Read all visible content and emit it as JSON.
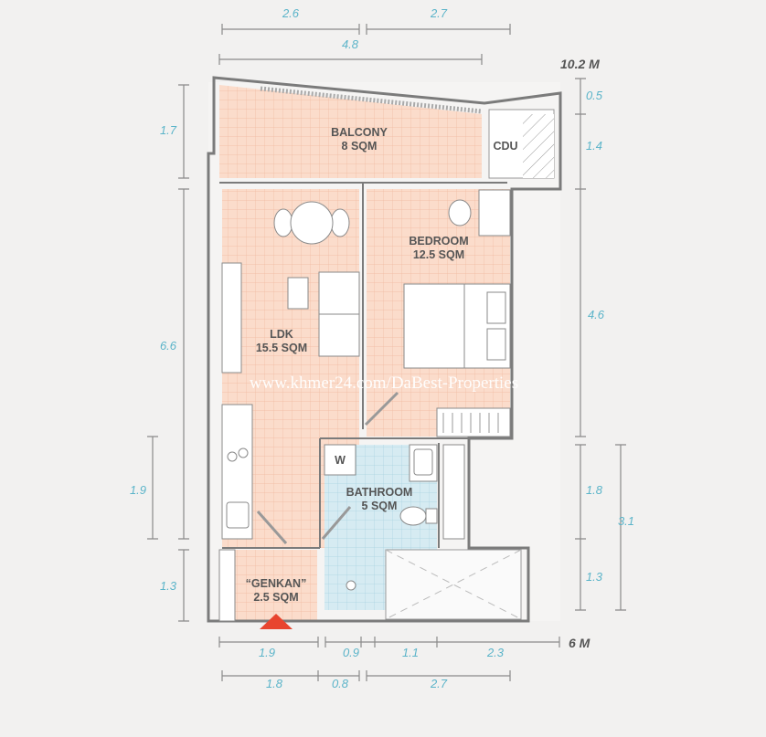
{
  "title": "Floor plan",
  "rooms": {
    "balcony": {
      "name": "BALCONY",
      "area": "8 SQM"
    },
    "cdu": {
      "name": "CDU"
    },
    "ldk": {
      "name": "LDK",
      "area": "15.5 SQM"
    },
    "bedroom": {
      "name": "BEDROOM",
      "area": "12.5 SQM"
    },
    "bathroom": {
      "name": "BATHROOM",
      "area": "5 SQM"
    },
    "washer": {
      "name": "W"
    },
    "genkan": {
      "name": "“GENKAN”",
      "area": "2.5 SQM"
    }
  },
  "dimensions": {
    "top": [
      "2.6",
      "2.7",
      "4.8"
    ],
    "total_depth": "10.2 M",
    "left": [
      "1.7",
      "6.6",
      "1.9",
      "1.3"
    ],
    "right": [
      "0.5",
      "1.4",
      "4.6",
      "1.8",
      "1.3",
      "3.1"
    ],
    "bottom_row1": [
      "1.9",
      "0.9",
      "1.1",
      "2.3"
    ],
    "total_width": "6 M",
    "bottom_row2": [
      "1.8",
      "0.8",
      "2.7"
    ]
  },
  "watermark": "www.khmer24.com/DaBest-Properties",
  "colors": {
    "background": "#f2f1f0",
    "floor_tile": "#fbdccb",
    "bath_tile": "#d6ebf2",
    "dimension_text": "#5bb4c9",
    "entrance_marker": "#e8452f"
  }
}
